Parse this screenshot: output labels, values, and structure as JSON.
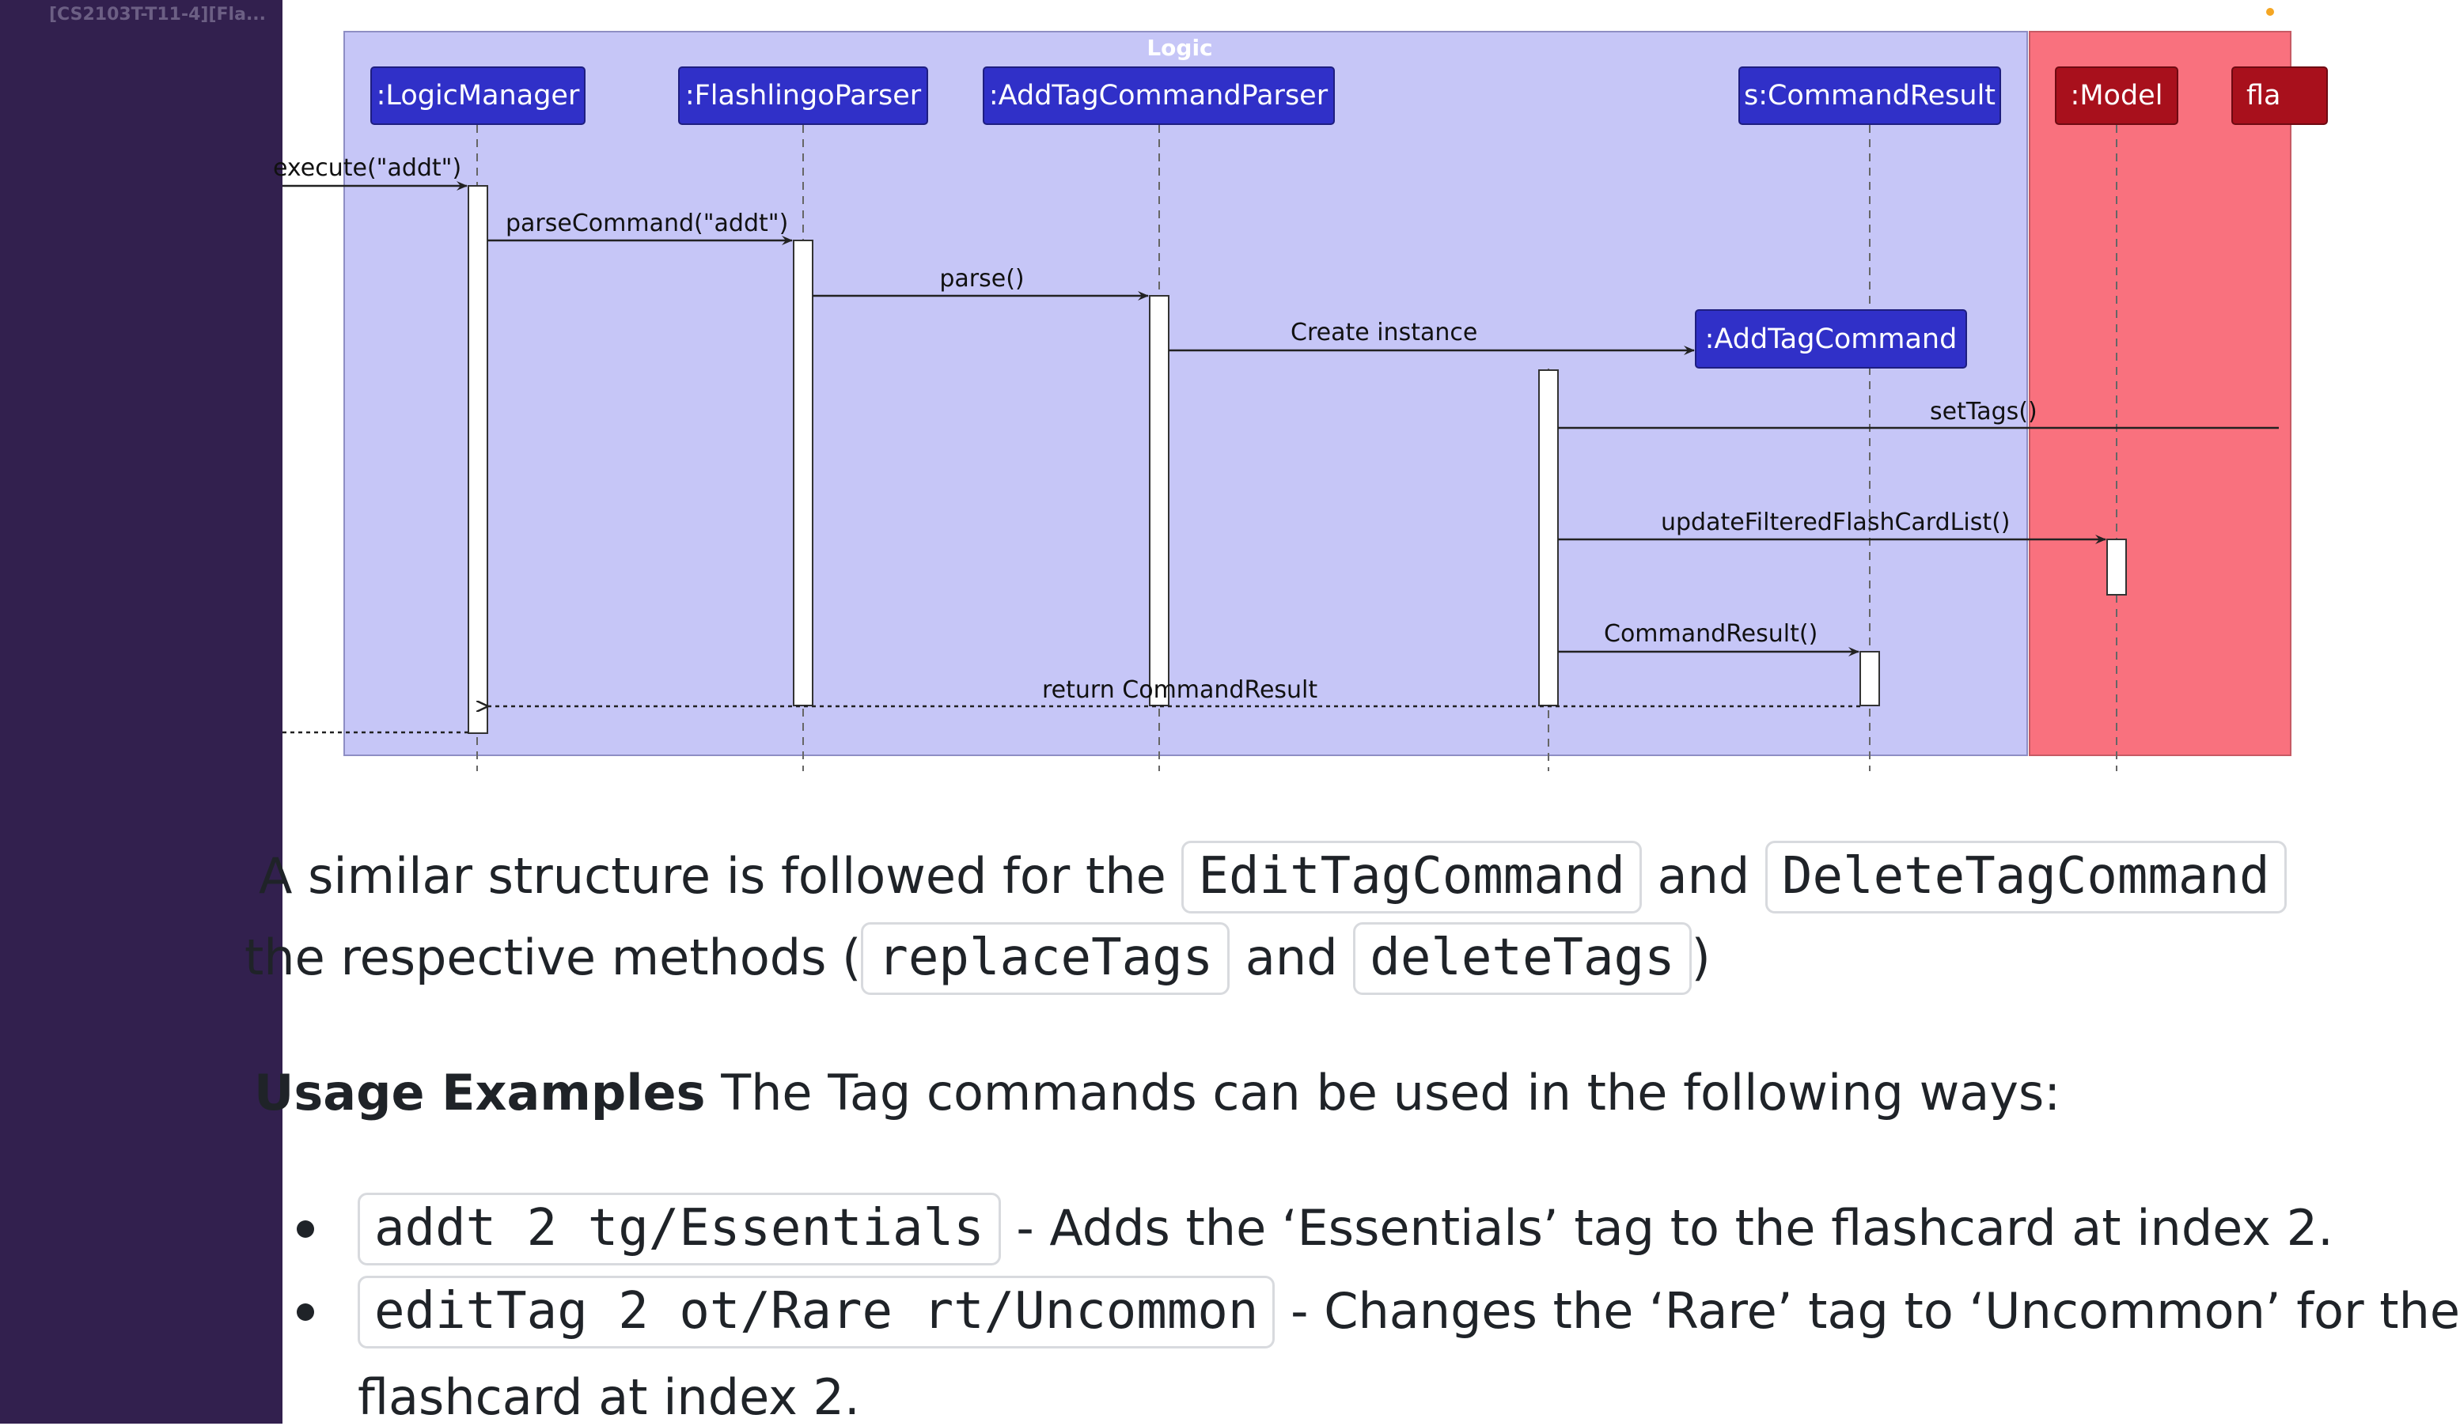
{
  "window": {
    "tab_title": "[CS2103T-T11-4][Fla..."
  },
  "diagram": {
    "frame_label": "Logic",
    "participants": {
      "logic_manager": ":LogicManager",
      "flashlingo_parser": ":FlashlingoParser",
      "add_tag_command_parser": ":AddTagCommandParser",
      "command_result": "s:CommandResult",
      "add_tag_command": ":AddTagCommand",
      "model": ":Model",
      "model_neighbor_partial": "fla"
    },
    "messages": {
      "execute": "execute(\"addt\")",
      "parse_command": "parseCommand(\"addt\")",
      "parse": "parse()",
      "create_instance": "Create instance",
      "set_tags": "setTags()",
      "update_filtered": "updateFilteredFlashCardList()",
      "command_result_call": "CommandResult()",
      "return_command_result": "return CommandResult"
    },
    "colors": {
      "logic_frame": "#c6c6f7",
      "model_frame": "#f9717e",
      "participant_box": "#3030c8",
      "model_box": "#a8101c"
    }
  },
  "paragraph": {
    "line1_prefix": "A similar structure is followed for the",
    "code1": "EditTagCommand",
    "and1": "and",
    "code2": "DeleteTagCommand",
    "line2_prefix": "the respective methods (",
    "code3": "replaceTags",
    "and2": "and",
    "code4": "deleteTags",
    "line2_suffix": ")"
  },
  "usage": {
    "heading": "Usage Examples",
    "intro": "The Tag commands can be used in the following ways:",
    "items": [
      {
        "code": "addt 2 tg/Essentials",
        "desc": "- Adds the ‘Essentials’ tag to the flashcard at index 2."
      },
      {
        "code": "editTag 2 ot/Rare rt/Uncommon",
        "desc": "- Changes the ‘Rare’ tag to ‘Uncommon’ for the",
        "continuation": "flashcard at index 2."
      }
    ]
  }
}
